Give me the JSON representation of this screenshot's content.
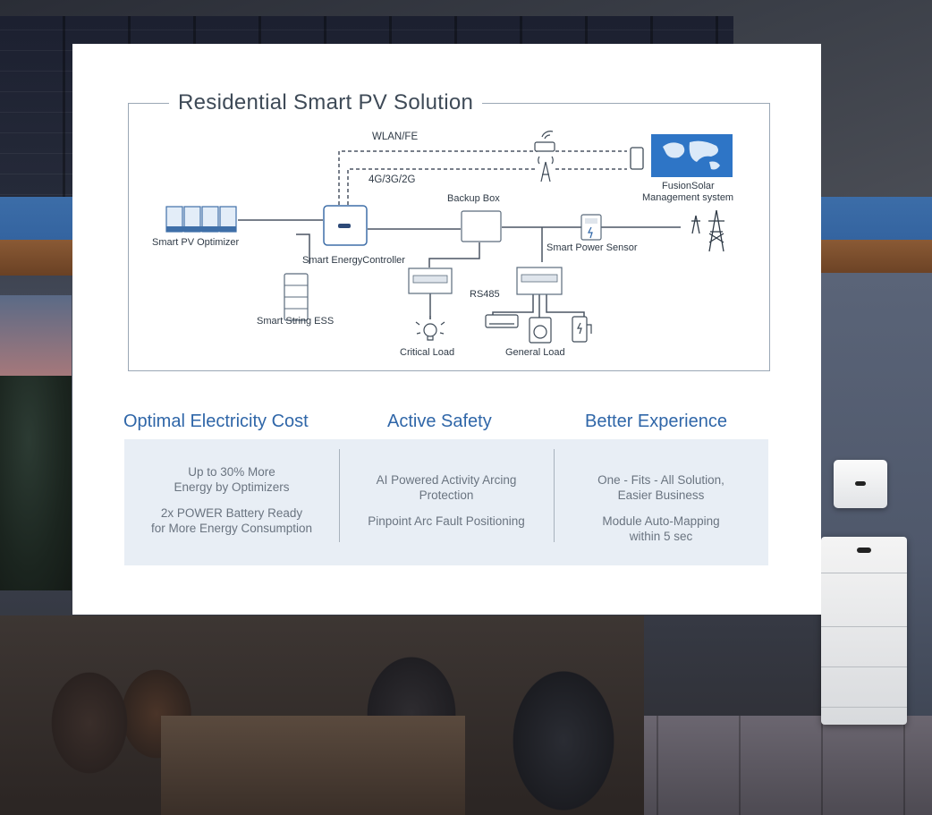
{
  "diagram": {
    "title": "Residential Smart PV Solution",
    "labels": {
      "wlan": "WLAN/FE",
      "cellular": "4G/3G/2G",
      "fusionsolar": "FusionSolar",
      "management": "Management system",
      "backup_box": "Backup Box",
      "optimizer": "Smart PV Optimizer",
      "controller": "Smart EnergyController",
      "power_sensor": "Smart Power Sensor",
      "rs485": "RS485",
      "ess": "Smart String ESS",
      "critical_load": "Critical Load",
      "general_load": "General Load"
    }
  },
  "benefits": [
    {
      "title": "Optimal Electricity Cost",
      "points": [
        "Up to 30% More",
        "Energy by Optimizers",
        "2x POWER  Battery Ready",
        "for More Energy Consumption"
      ]
    },
    {
      "title": "Active Safety",
      "points": [
        "AI Powered Activity Arcing",
        "Protection",
        "Pinpoint Arc Fault Positioning"
      ]
    },
    {
      "title": "Better Experience",
      "points": [
        "One - Fits - All Solution,",
        "Easier Business",
        "Module Auto-Mapping",
        "within 5 sec"
      ]
    }
  ],
  "colors": {
    "accent": "#2f66a8",
    "line": "#4b5563",
    "panel": "#e8eef5",
    "frame": "#9aa7b5"
  }
}
